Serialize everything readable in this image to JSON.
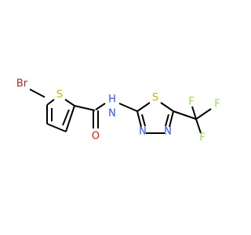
{
  "molecule": {
    "atoms": {
      "br": {
        "symbol": "Br",
        "color": "#a52a2a"
      },
      "s1": {
        "symbol": "S",
        "color": "#c8b400"
      },
      "o": {
        "symbol": "O",
        "color": "#ff0d0d"
      },
      "nh": {
        "symbol": "N",
        "h": "H",
        "color": "#3050f8"
      },
      "s2": {
        "symbol": "S",
        "color": "#c8b400"
      },
      "n3": {
        "symbol": "N",
        "color": "#3050f8"
      },
      "n4": {
        "symbol": "N",
        "color": "#3050f8"
      },
      "f1": {
        "symbol": "F",
        "color": "#90e050"
      },
      "f2": {
        "symbol": "F",
        "color": "#90e050"
      },
      "f3": {
        "symbol": "F",
        "color": "#90e050"
      }
    },
    "bond_color": "#000000"
  }
}
